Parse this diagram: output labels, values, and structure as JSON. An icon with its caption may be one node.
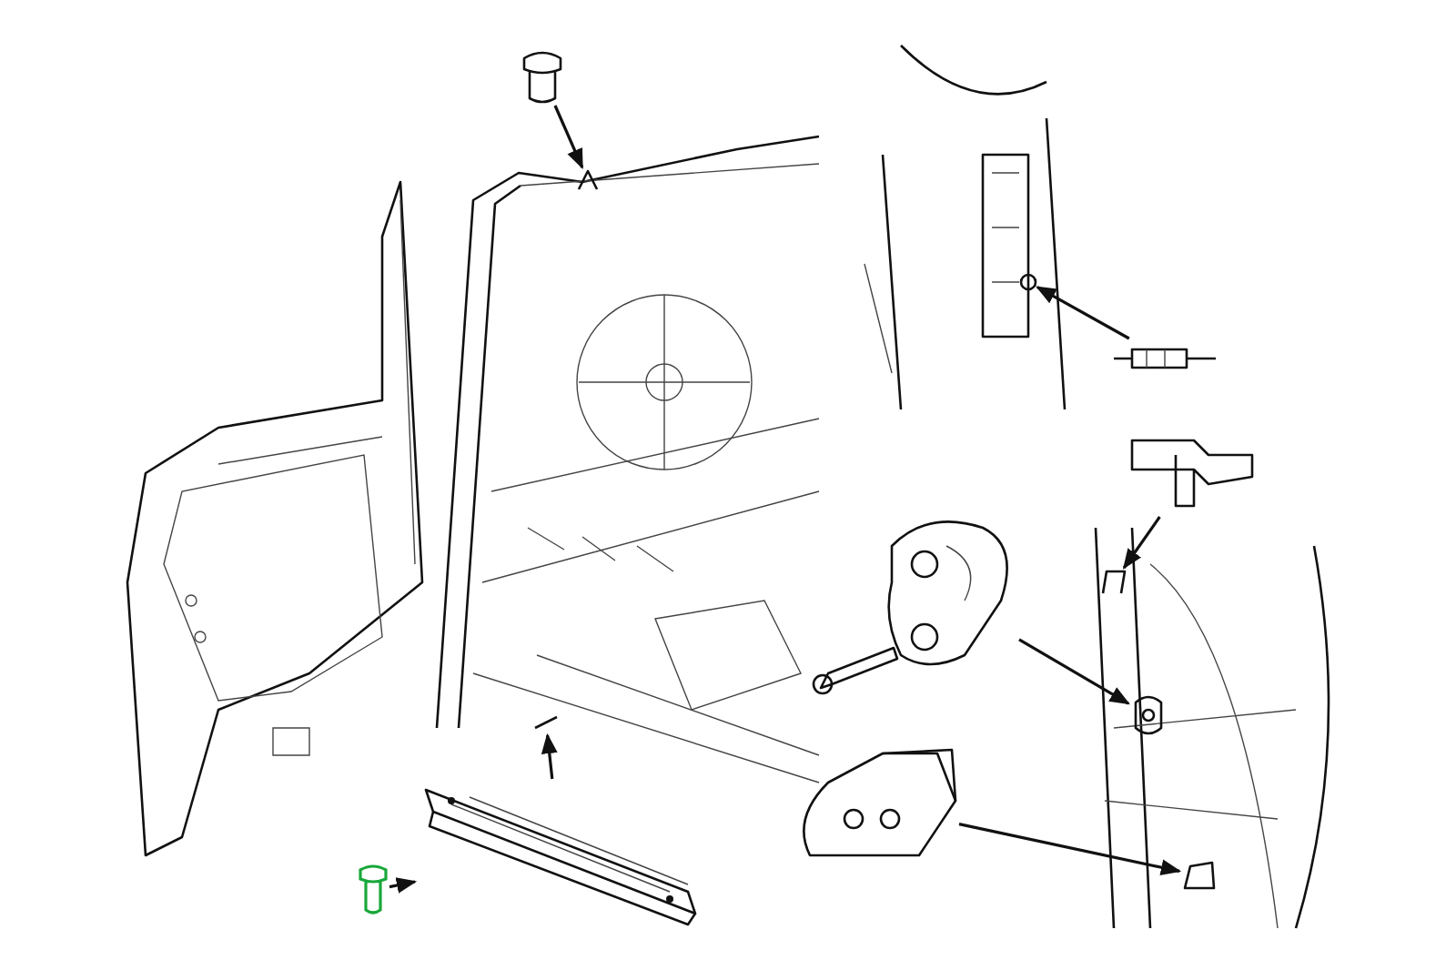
{
  "diagram": {
    "nodes": [
      {
        "text": [],
        "shape": "picture"
      },
      {
        "text": [],
        "shape": "picture"
      },
      {
        "text": [],
        "shape": "picture",
        "in": 0
      },
      {
        "text": [],
        "shape": "picture",
        "in": 0
      },
      {
        "text": [],
        "shape": "picture"
      },
      {
        "text": [],
        "shape": "picture"
      },
      {
        "text": [],
        "shape": "picture"
      },
      {
        "text": [],
        "shape": "circle",
        "in": 6
      },
      {
        "text": [],
        "shape": "picture"
      },
      {
        "text": [],
        "shape": "picture"
      },
      {
        "text": [],
        "shape": "picture"
      },
      {
        "text": [],
        "shape": "picture",
        "in": 10
      },
      {
        "text": [],
        "shape": "picture"
      },
      {
        "text": [],
        "shape": "picture"
      },
      {
        "text": [],
        "shape": "picture",
        "in": 10
      },
      {
        "text": [],
        "shape": "picture"
      },
      {
        "text": [],
        "shape": "picture",
        "in": 10
      }
    ],
    "edges": [
      {
        "from": 1,
        "to": 2,
        "arrow": "to"
      },
      {
        "from": 4,
        "to": 3,
        "arrow": "to"
      },
      {
        "from": 5,
        "to": 4,
        "arrow": "to"
      },
      {
        "from": 8,
        "to": 7,
        "arrow": "to"
      },
      {
        "from": 9,
        "to": 11,
        "arrow": "to"
      },
      {
        "from": 12,
        "to": 14,
        "arrow": "to"
      },
      {
        "from": 15,
        "to": 16,
        "arrow": "to"
      }
    ]
  }
}
